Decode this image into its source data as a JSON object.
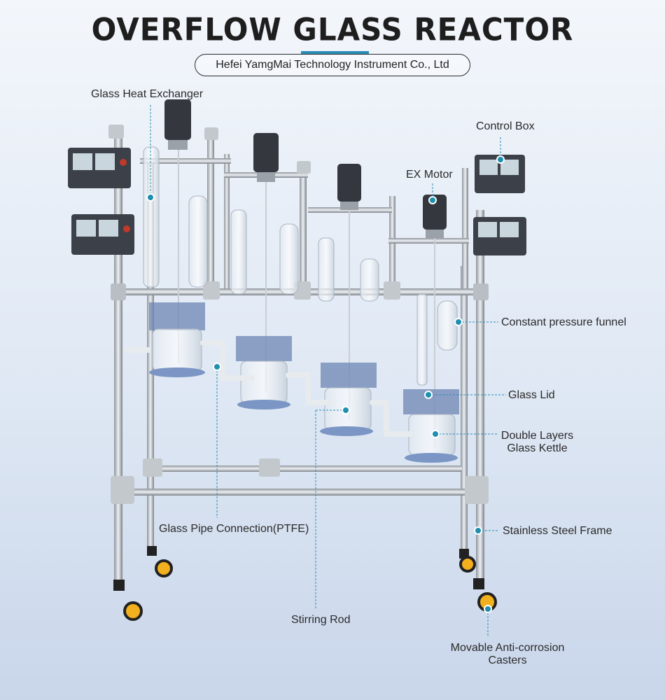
{
  "header": {
    "title": "OVERFLOW GLASS REACTOR",
    "company": "Hefei YamgMai Technology Instrument Co., Ltd"
  },
  "callouts": {
    "glass_heat_exchanger": "Glass Heat Exchanger",
    "control_box": "Control Box",
    "ex_motor": "EX Motor",
    "constant_pressure_funnel": "Constant pressure funnel",
    "glass_lid": "Glass Lid",
    "double_layers_line1": "Double Layers",
    "double_layers_line2": "Glass Kettle",
    "glass_pipe_connection": "Glass Pipe Connection(PTFE)",
    "stainless_steel_frame": "Stainless Steel Frame",
    "stirring_rod": "Stirring Rod",
    "casters_line1": "Movable Anti-corrosion",
    "casters_line2": "Casters"
  },
  "colors": {
    "accent": "#2a8fb8",
    "callout_dot": "#1f8fb0",
    "text": "#2a2a2a"
  }
}
